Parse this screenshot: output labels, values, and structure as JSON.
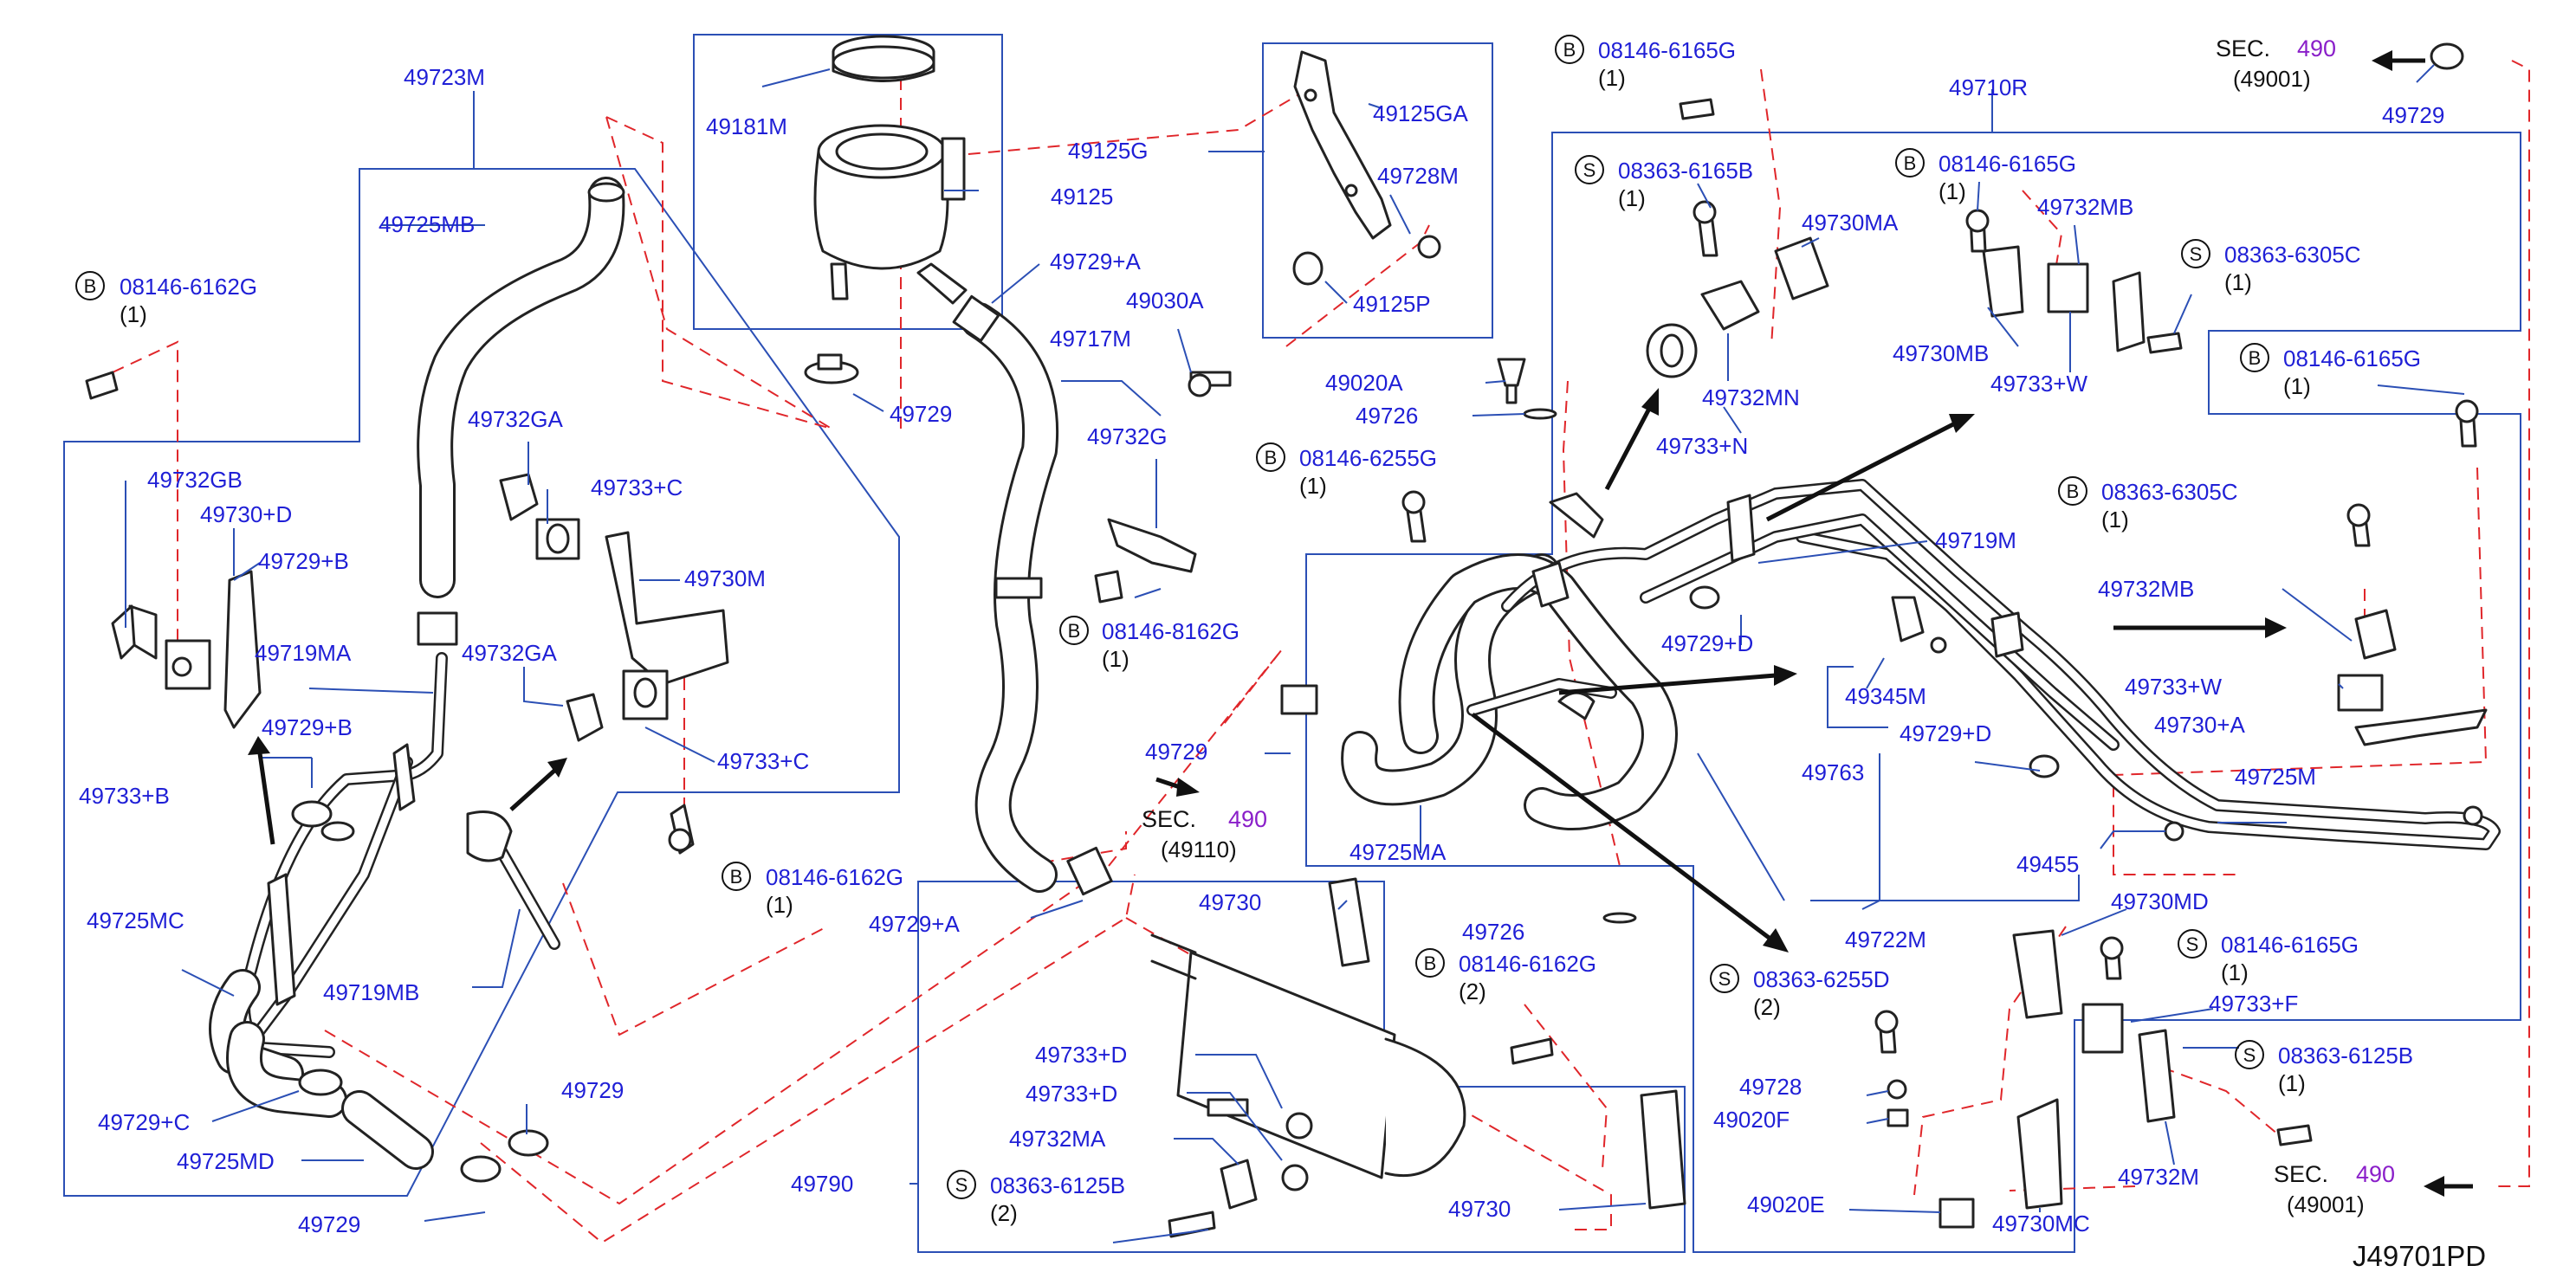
{
  "diagram": {
    "code": "J49701PD",
    "labels": {
      "l49723M": "49723M",
      "l49181M": "49181M",
      "l49125G": "49125G",
      "l49125": "49125",
      "l49125GA": "49125GA",
      "l49728M": "49728M",
      "l49125P": "49125P",
      "l49729_top": "49729",
      "l49729A_top": "49729+A",
      "l49030A": "49030A",
      "l49717M": "49717M",
      "l49732G": "49732G",
      "l49725MB": "49725MB",
      "l49732GA_1": "49732GA",
      "l49732GB": "49732GB",
      "l49733C_1": "49733+C",
      "l49730D": "49730+D",
      "l49729B_1": "49729+B",
      "l49730M": "49730M",
      "l49719MA": "49719MA",
      "l49732GA_2": "49732GA",
      "l49729B_2": "49729+B",
      "l49733C_2": "49733+C",
      "l49733B": "49733+B",
      "l49725MC": "49725MC",
      "l49719MB": "49719MB",
      "l49729C": "49729+C",
      "l49725MD": "49725MD",
      "l49729_bl1": "49729",
      "l49729_bl2": "49729",
      "l49729A_mid": "49729+A",
      "l49729_mid": "49729",
      "l49725MA": "49725MA",
      "l49020A": "49020A",
      "l49726_top": "49726",
      "l49730_top": "49730",
      "l49726_bot": "49726",
      "l49733D_1": "49733+D",
      "l49733D_2": "49733+D",
      "l49732MA": "49732MA",
      "l49790": "49790",
      "l49730_bot": "49730",
      "l49710R": "49710R",
      "l49730MA": "49730MA",
      "l49732MB_top": "49732MB",
      "l49730MB": "49730MB",
      "l49733W_top": "49733+W",
      "l49732MN": "49732MN",
      "l49733N": "49733+N",
      "l49719M": "49719M",
      "l49729D_1": "49729+D",
      "l49732MB_mid": "49732MB",
      "l49345M": "49345M",
      "l49733W_mid": "49733+W",
      "l49729D_2": "49729+D",
      "l49730A": "49730+A",
      "l49763": "49763",
      "l49725M": "49725M",
      "l49455": "49455",
      "l49722M": "49722M",
      "l49730MD": "49730MD",
      "l49733F": "49733+F",
      "l49728": "49728",
      "l49020F": "49020F",
      "l49020E": "49020E",
      "l49730MC": "49730MC",
      "l49732M": "49732M",
      "l49729_tr": "49729"
    },
    "bolts": [
      {
        "mark": "B",
        "code": "08146-6162G",
        "qty": "(1)"
      },
      {
        "mark": "B",
        "code": "08146-6162G",
        "qty": "(1)"
      },
      {
        "mark": "B",
        "code": "08146-8162G",
        "qty": "(1)"
      },
      {
        "mark": "B",
        "code": "08146-6255G",
        "qty": "(1)"
      },
      {
        "mark": "B",
        "code": "08146-6165G",
        "qty": "(1)"
      },
      {
        "mark": "S",
        "code": "08363-6165B",
        "qty": "(1)"
      },
      {
        "mark": "B",
        "code": "08146-6165G",
        "qty": "(1)"
      },
      {
        "mark": "S",
        "code": "08363-6305C",
        "qty": "(1)"
      },
      {
        "mark": "B",
        "code": "08146-6165G",
        "qty": "(1)"
      },
      {
        "mark": "B",
        "code": "08363-6305C",
        "qty": "(1)"
      },
      {
        "mark": "B",
        "code": "08146-6162G",
        "qty": "(2)"
      },
      {
        "mark": "S",
        "code": "08363-6125B",
        "qty": "(2)"
      },
      {
        "mark": "S",
        "code": "08363-6255D",
        "qty": "(2)"
      },
      {
        "mark": "S",
        "code": "08146-6165G",
        "qty": "(1)"
      },
      {
        "mark": "S",
        "code": "08363-6125B",
        "qty": "(1)"
      }
    ],
    "sections": [
      {
        "prefix": "SEC.",
        "num": "490",
        "ref": "(49110)"
      },
      {
        "prefix": "SEC.",
        "num": "490",
        "ref": "(49001)"
      },
      {
        "prefix": "SEC.",
        "num": "490",
        "ref": "(49001)"
      }
    ]
  }
}
